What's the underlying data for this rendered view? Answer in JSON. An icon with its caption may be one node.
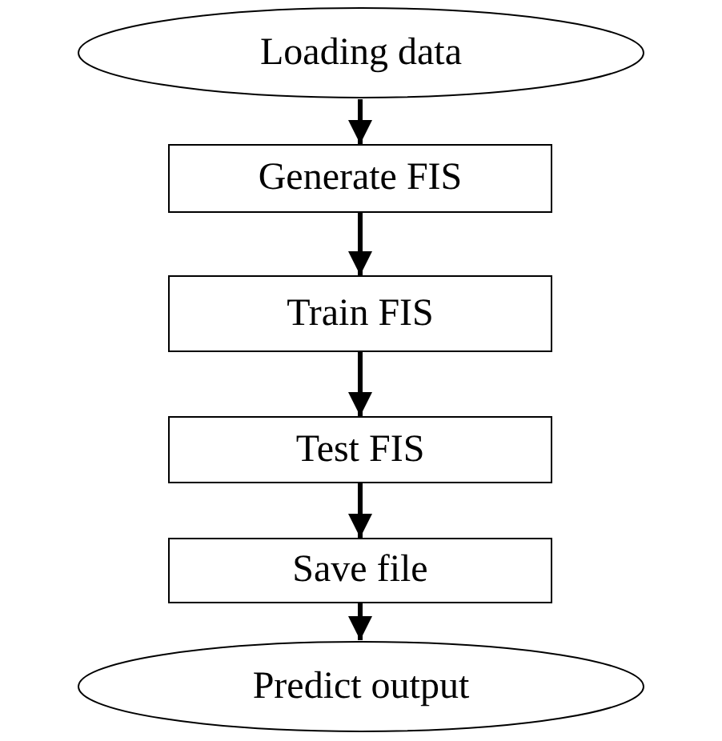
{
  "diagram": {
    "nodes": [
      {
        "text": [
          "Loading data"
        ]
      },
      {
        "text": [
          "Generate FIS"
        ]
      },
      {
        "text": [
          "Train FIS"
        ]
      },
      {
        "text": [
          "Test FIS"
        ]
      },
      {
        "text": [
          "Save file"
        ]
      },
      {
        "text": [
          "Predict output"
        ]
      }
    ],
    "edges": [
      {
        "from": 0,
        "to": 1,
        "arrow": "to"
      },
      {
        "from": 1,
        "to": 2,
        "arrow": "to"
      },
      {
        "from": 2,
        "to": 3,
        "arrow": "to"
      },
      {
        "from": 3,
        "to": 4,
        "arrow": "to"
      },
      {
        "from": 4,
        "to": 5,
        "arrow": "to"
      }
    ]
  }
}
